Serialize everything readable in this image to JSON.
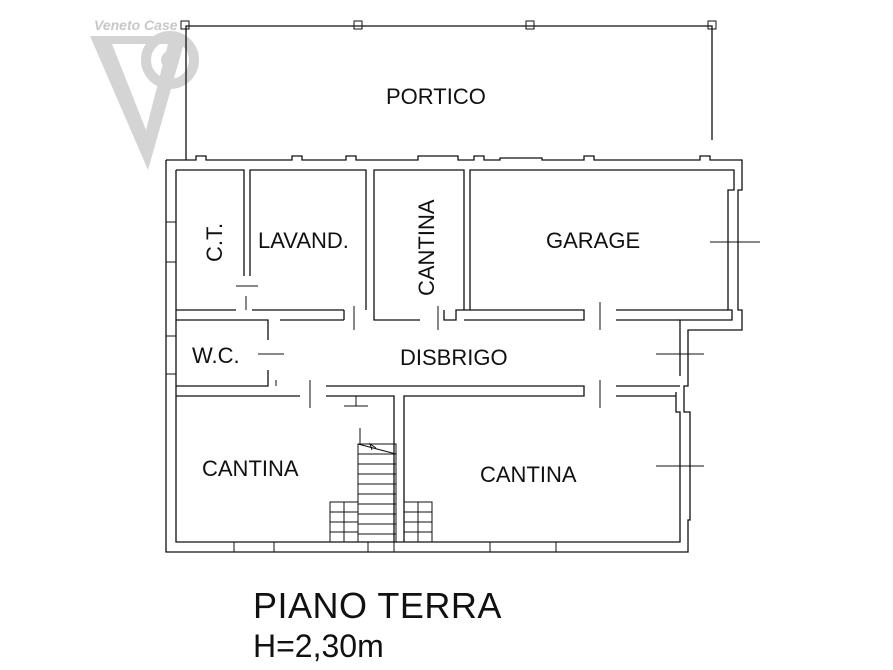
{
  "logo": {
    "text": "Veneto Case"
  },
  "rooms": {
    "portico": "PORTICO",
    "ct": "C.T.",
    "lavanderia": "LAVAND.",
    "cantina_top": "CANTINA",
    "garage": "GARAGE",
    "wc": "W.C.",
    "disbrigo": "DISBRIGO",
    "cantina_left": "CANTINA",
    "cantina_right": "CANTINA"
  },
  "floor": {
    "name": "PIANO TERRA",
    "height": "H=2,30m"
  },
  "colors": {
    "lines": "#111111",
    "watermark": "#c8c8c8"
  }
}
